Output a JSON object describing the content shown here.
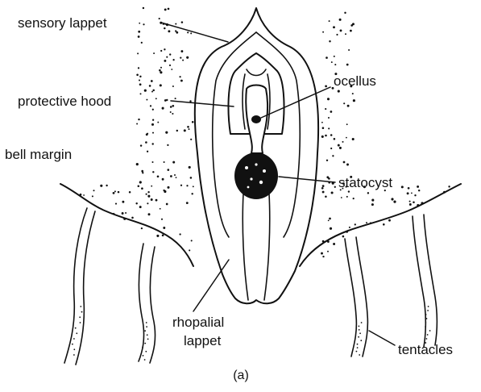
{
  "figure": {
    "caption": "(a)",
    "labels": {
      "sensory_lappet": "sensory lappet",
      "protective_hood": "protective hood",
      "ocellus": "ocellus",
      "bell_margin": "bell margin",
      "statocyst": "statocyst",
      "rhopalial_lappet_line1": "rhopalial",
      "rhopalial_lappet_line2": "lappet",
      "tentacles": "tentacles"
    },
    "colors": {
      "ink": "#111111",
      "background": "#ffffff"
    }
  }
}
